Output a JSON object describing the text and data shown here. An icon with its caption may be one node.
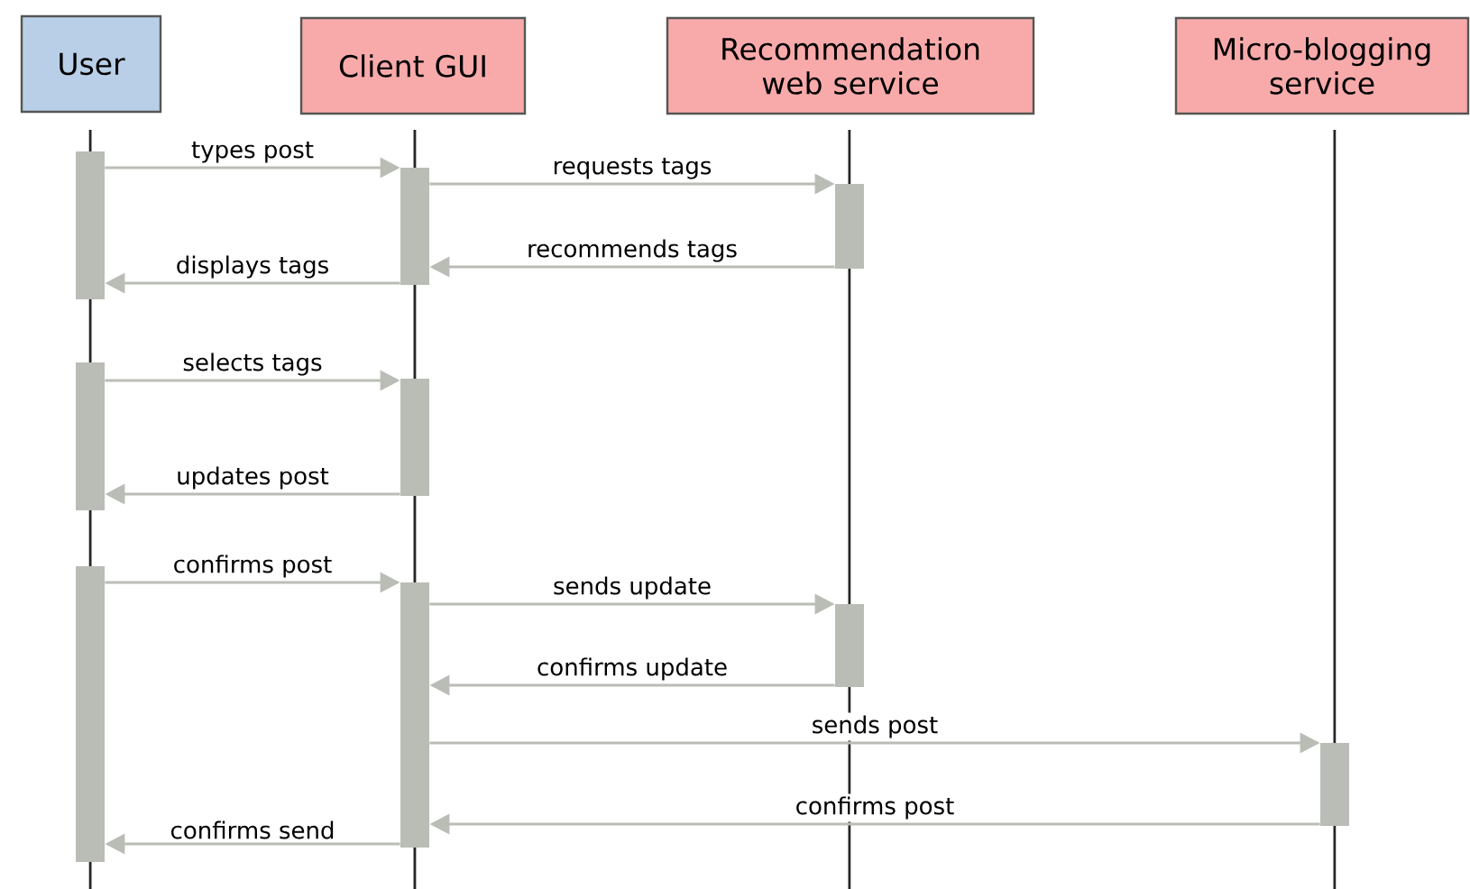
{
  "diagram": {
    "nodes": [
      {
        "text": [
          "User"
        ]
      },
      {
        "text": [
          "Client GUI"
        ]
      },
      {
        "text": [
          "Recommendation web service"
        ]
      },
      {
        "text": [
          "Micro-blogging service"
        ]
      },
      {
        "text": [],
        "shape": "bar"
      },
      {
        "text": [],
        "shape": "bar"
      },
      {
        "text": [],
        "shape": "bar"
      },
      {
        "text": [],
        "shape": "bar"
      },
      {
        "text": [],
        "shape": "bar"
      },
      {
        "text": [],
        "shape": "bar"
      },
      {
        "text": [],
        "shape": "bar"
      },
      {
        "text": [],
        "shape": "bar"
      },
      {
        "text": [],
        "shape": "bar"
      }
    ],
    "edges": [
      {
        "from": 4,
        "to": 5,
        "arrow": "to",
        "label": "types post"
      },
      {
        "from": 5,
        "to": 6,
        "arrow": "to",
        "label": "requests tags"
      },
      {
        "from": 6,
        "to": 5,
        "arrow": "to",
        "label": "recommends tags"
      },
      {
        "from": 5,
        "to": 4,
        "arrow": "to",
        "label": "displays tags"
      },
      {
        "from": 7,
        "to": 8,
        "arrow": "to",
        "label": "selects tags"
      },
      {
        "from": 8,
        "to": 7,
        "arrow": "to",
        "label": "updates post"
      },
      {
        "from": 9,
        "to": 10,
        "arrow": "to",
        "label": "confirms post"
      },
      {
        "from": 10,
        "to": 11,
        "arrow": "to",
        "label": "sends update"
      },
      {
        "from": 11,
        "to": 10,
        "arrow": "to",
        "label": "confirms update"
      },
      {
        "from": 10,
        "to": 12,
        "arrow": "to",
        "label": "sends post"
      },
      {
        "from": 12,
        "to": 10,
        "arrow": "to",
        "label": "confirms post"
      },
      {
        "from": 10,
        "to": 9,
        "arrow": "to",
        "label": "confirms send"
      }
    ]
  }
}
